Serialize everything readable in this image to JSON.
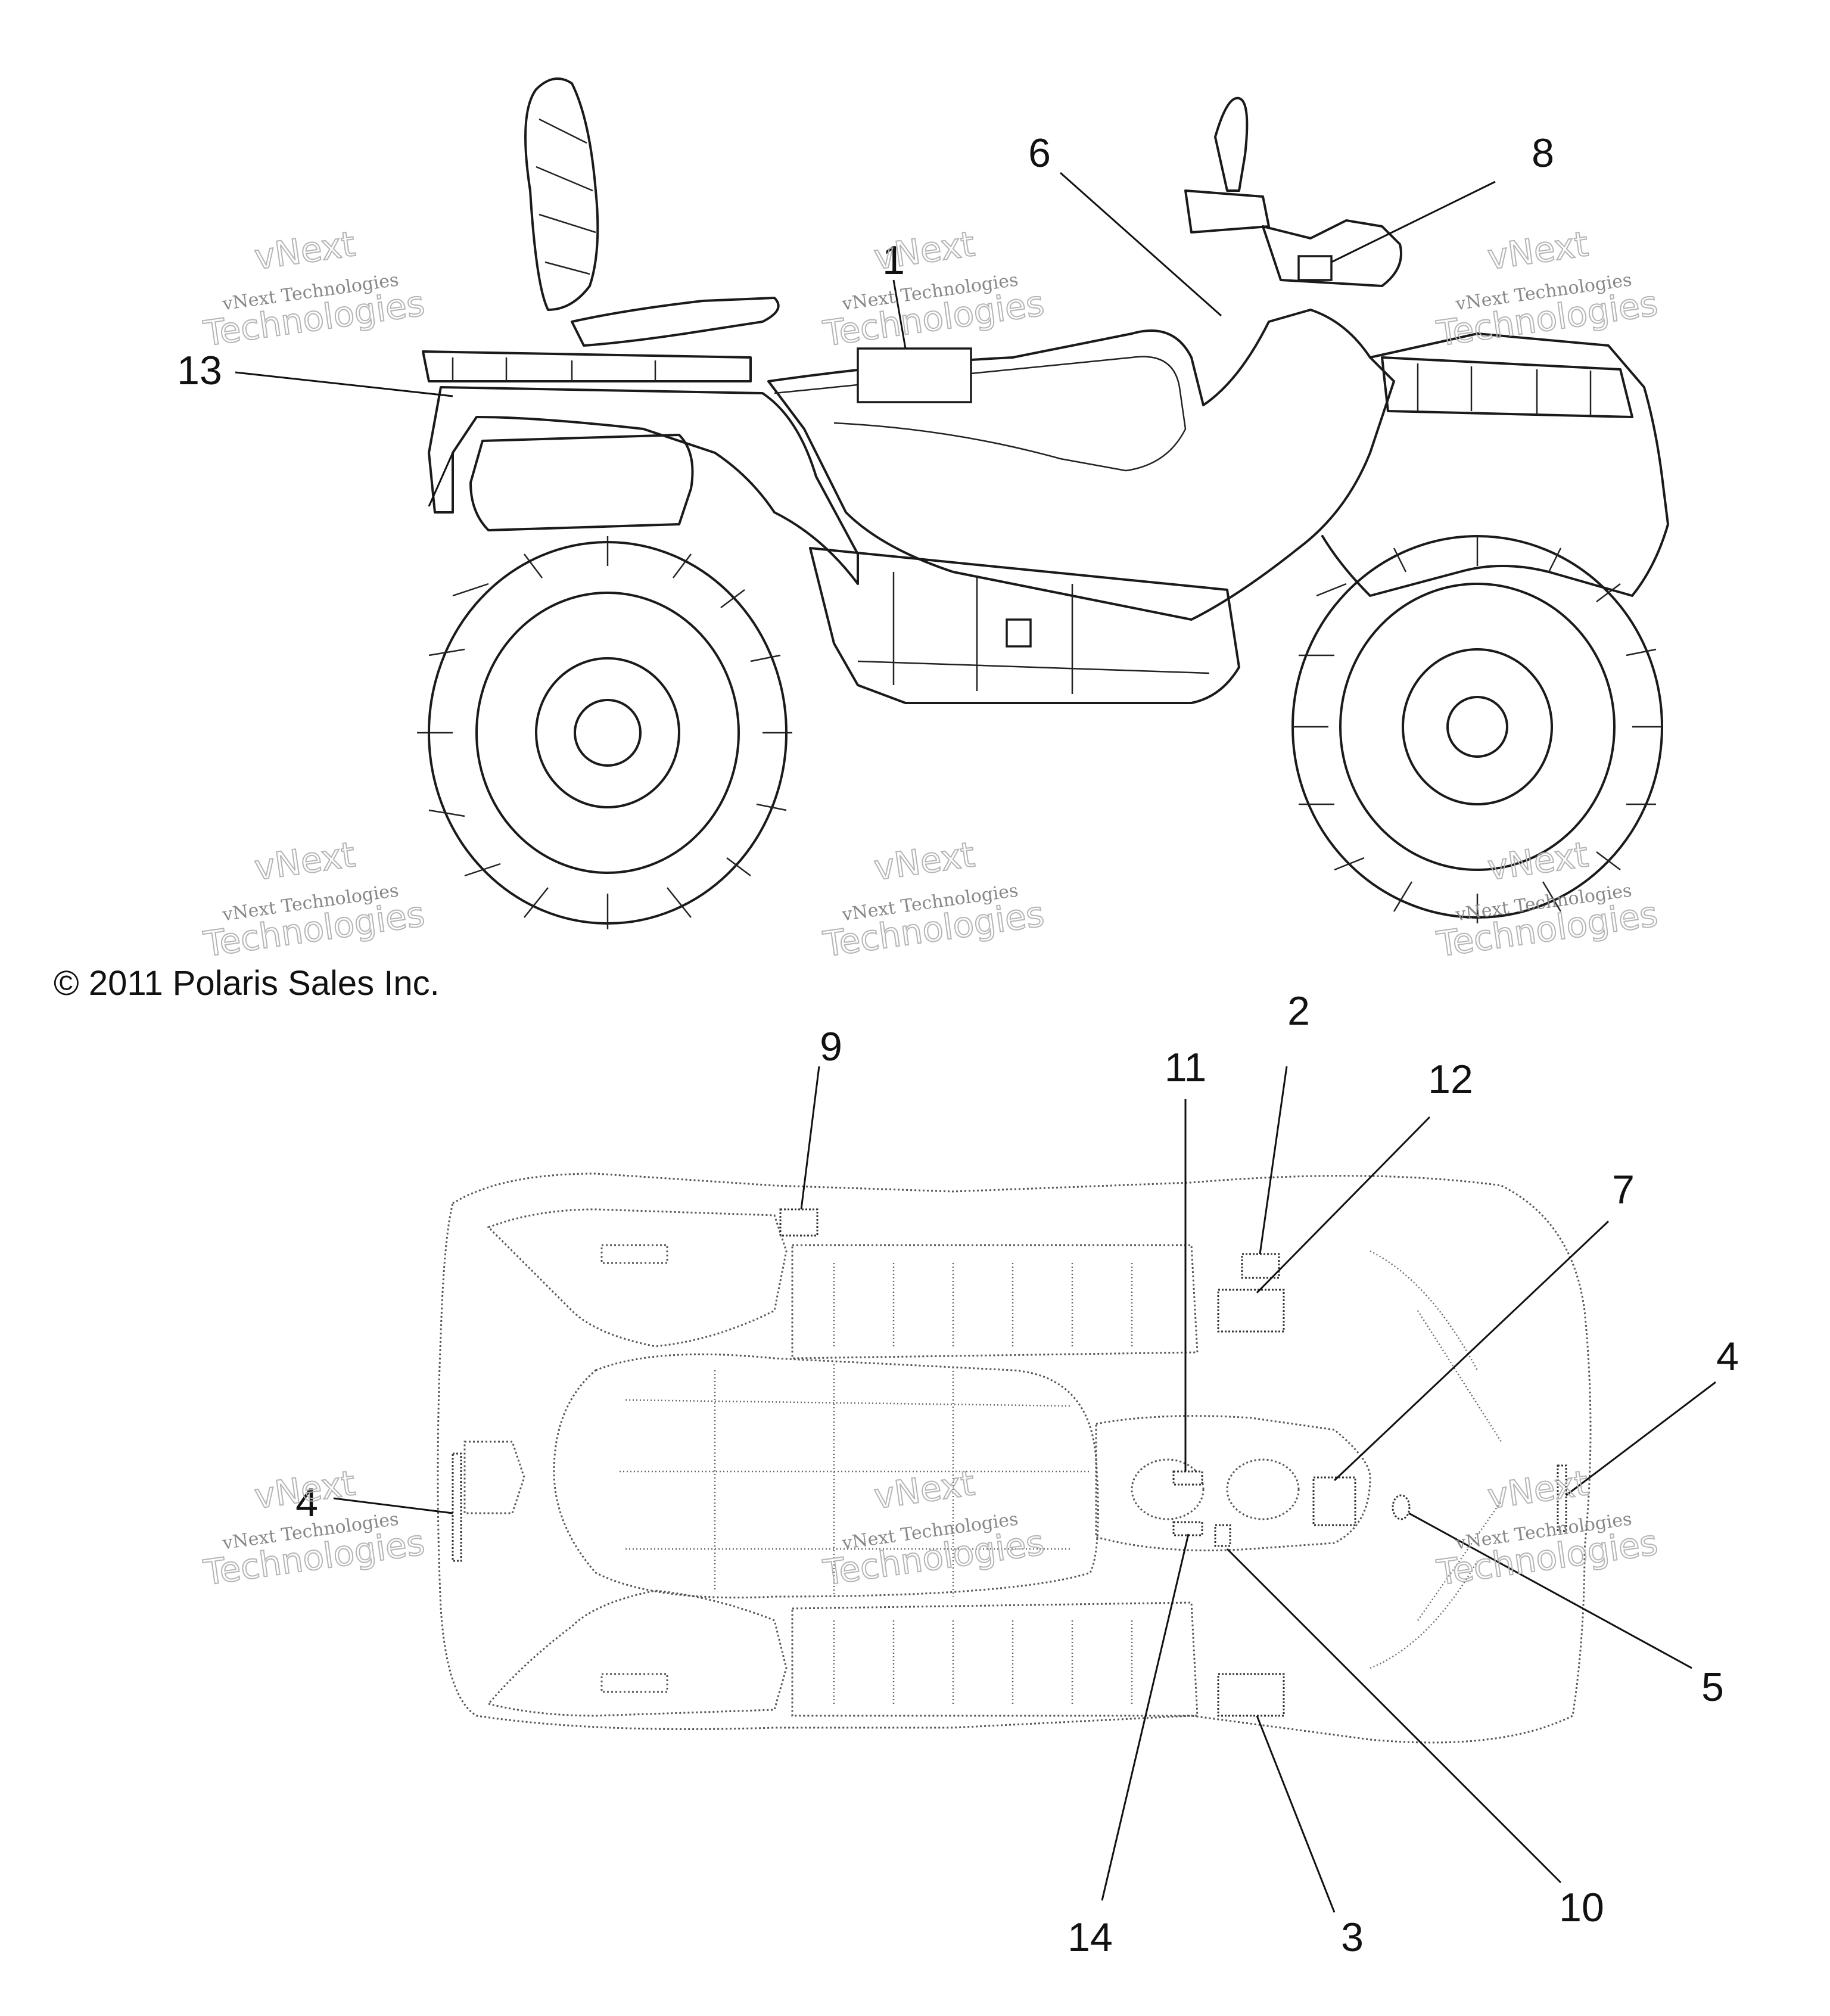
{
  "copyright": "© 2011 Polaris Sales Inc.",
  "watermark": {
    "line1": "vNext",
    "line2": "vNext Technologies",
    "line3": "Technologies"
  },
  "callouts": {
    "c1": "1",
    "c2": "2",
    "c3": "3",
    "c4a": "4",
    "c4b": "4",
    "c5": "5",
    "c6": "6",
    "c7": "7",
    "c8": "8",
    "c9": "9",
    "c10": "10",
    "c11": "11",
    "c12": "12",
    "c13": "13",
    "c14": "14"
  },
  "colors": {
    "ink": "#1a1a1a",
    "dotted": "#555555",
    "watermark": "#b5b5b5",
    "background": "#ffffff"
  }
}
